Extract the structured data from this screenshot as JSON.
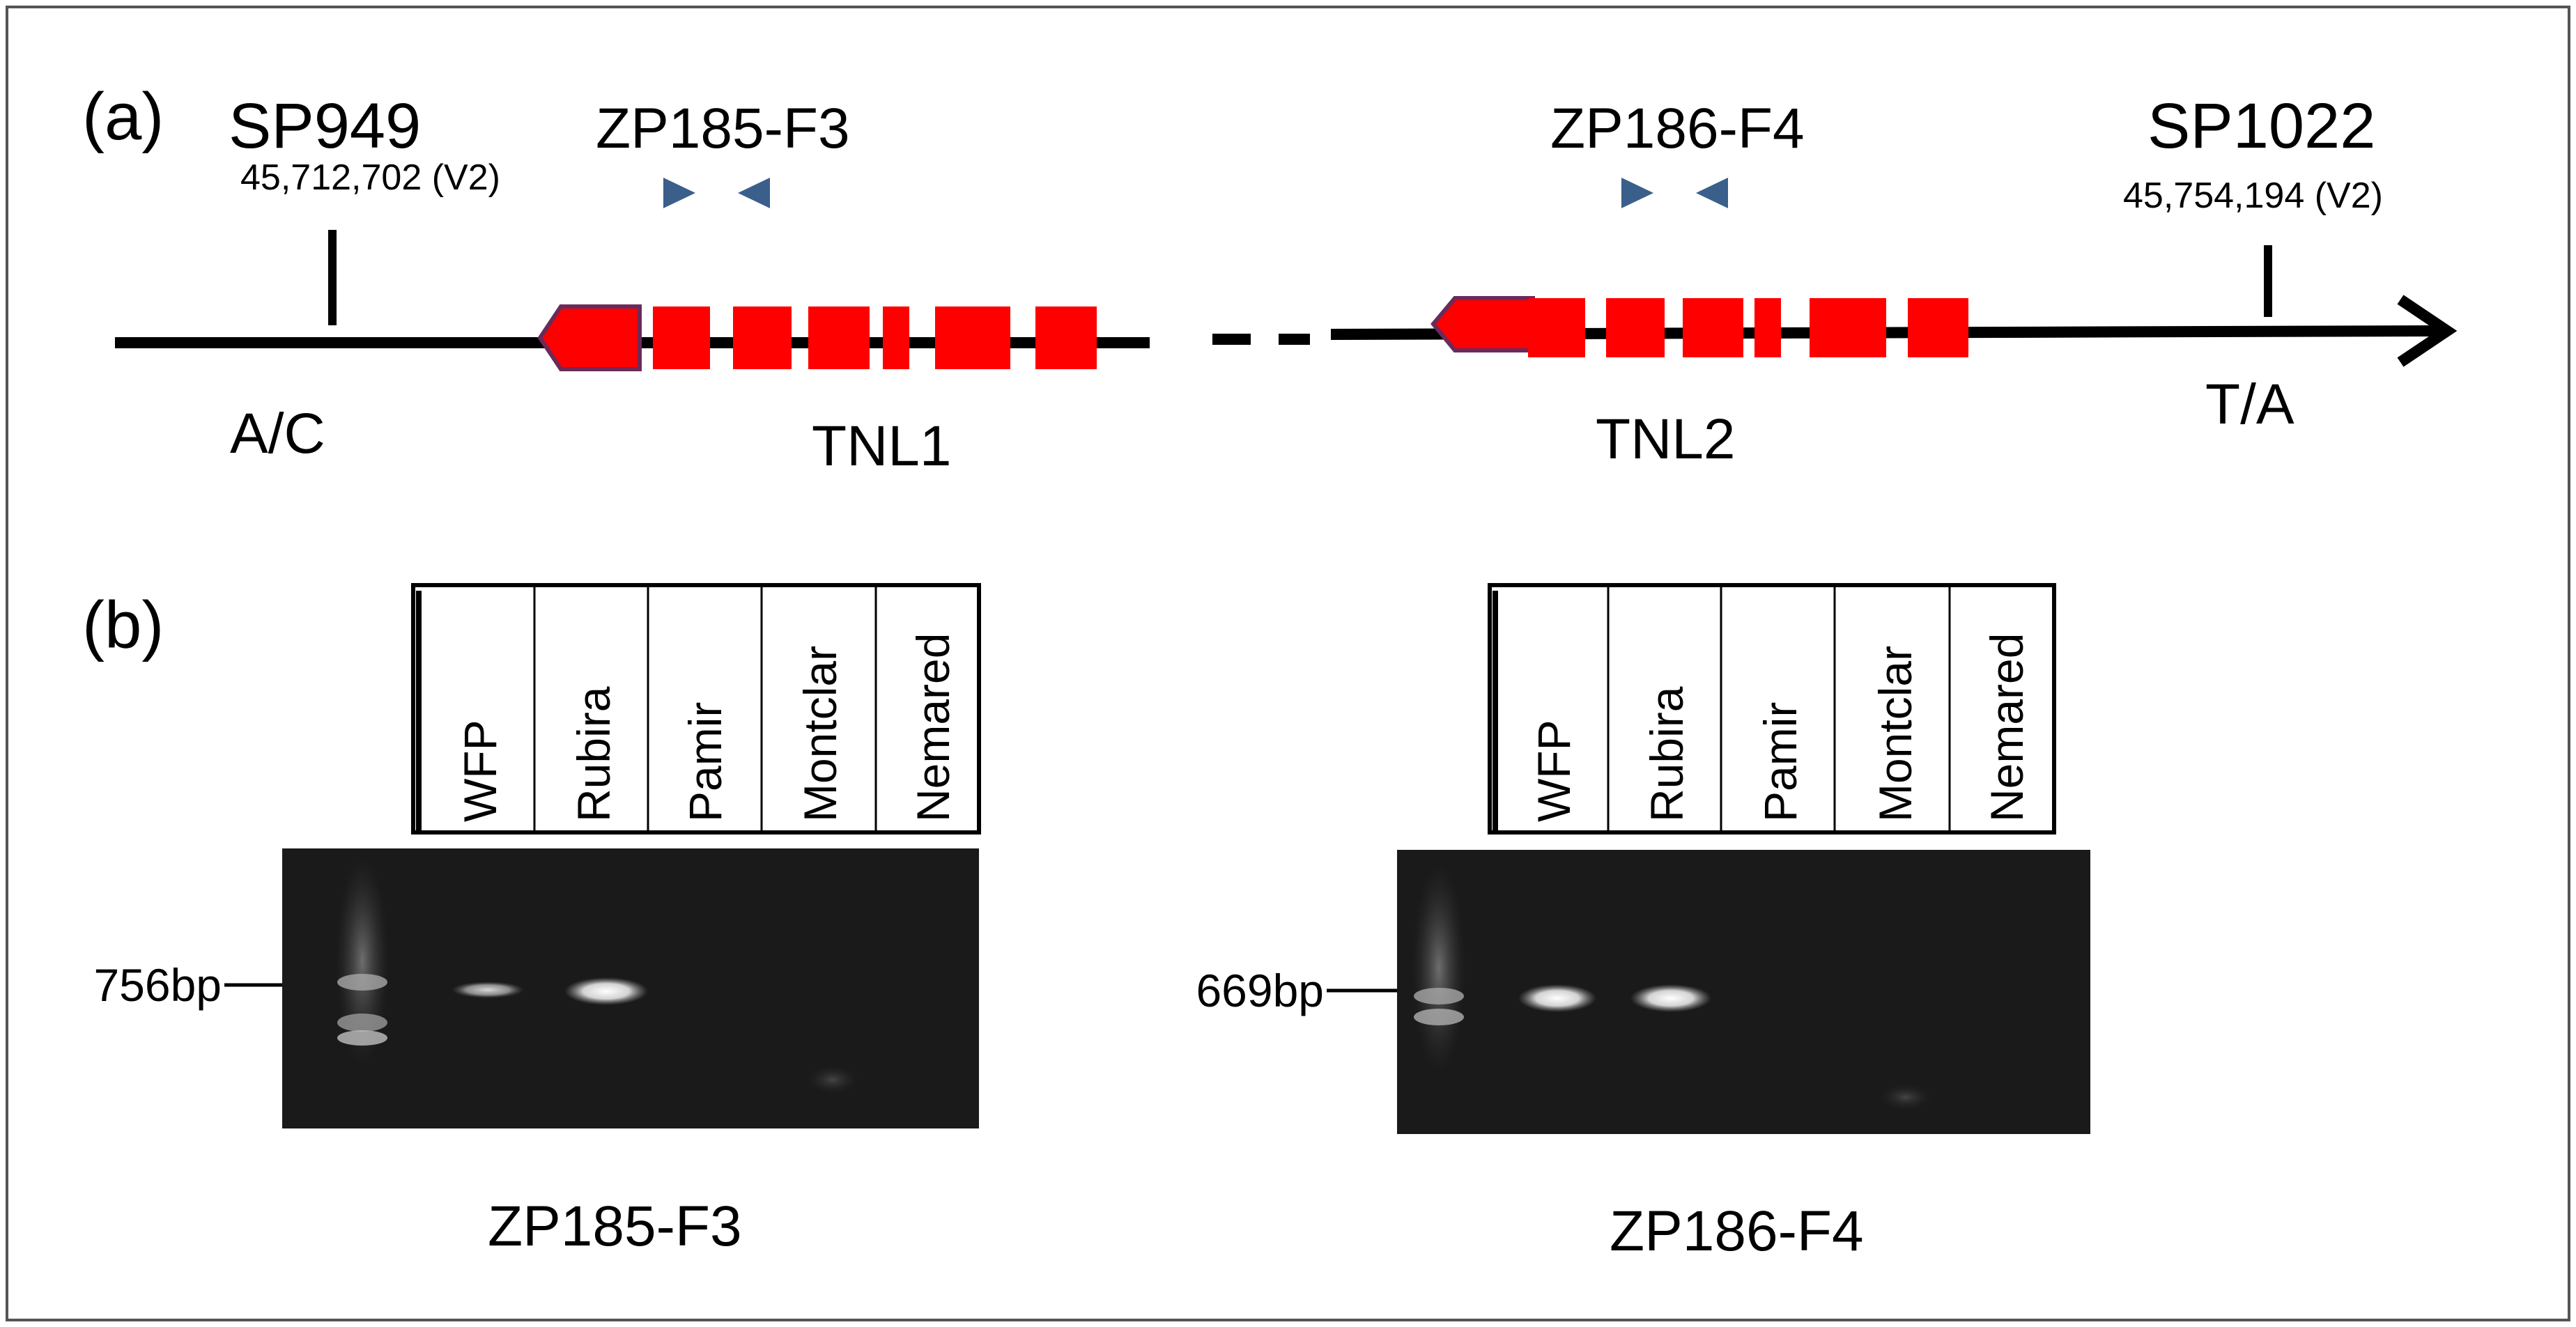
{
  "panel_a": {
    "label": "(a)",
    "markers": [
      {
        "name": "SP949",
        "position": "45,712,702 (V2)",
        "allele": "A/C"
      },
      {
        "name": "SP1022",
        "position": "45,754,194  (V2)",
        "allele": "T/A"
      }
    ],
    "primers": [
      "ZP185-F3",
      "ZP186-F4"
    ],
    "genes": [
      "TNL1",
      "TNL2"
    ],
    "colors": {
      "exon": "#ff0000",
      "exon_outline": "#6b2a5a",
      "primer_arrow": "#3a5f8a",
      "line": "#000000"
    }
  },
  "panel_b": {
    "label": "(b)",
    "gels": [
      {
        "title": "ZP185-F3",
        "band_label": "756bp",
        "lanes": [
          "WFP",
          "Rubira",
          "Pamir",
          "Montclar",
          "Nemared"
        ],
        "band_present": [
          true,
          true,
          false,
          false,
          false
        ]
      },
      {
        "title": "ZP186-F4",
        "band_label": "669bp",
        "lanes": [
          "WFP",
          "Rubira",
          "Pamir",
          "Montclar",
          "Nemared"
        ],
        "band_present": [
          true,
          true,
          false,
          false,
          false
        ]
      }
    ]
  }
}
